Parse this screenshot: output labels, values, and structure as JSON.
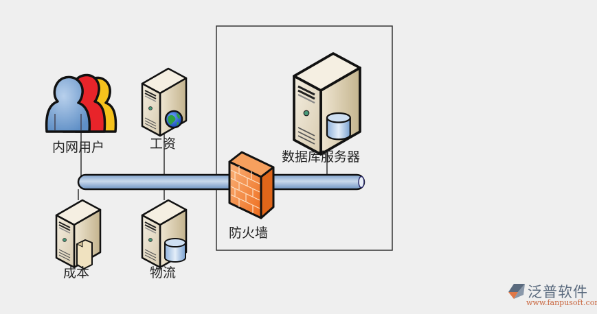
{
  "diagram": {
    "nodes": {
      "users": {
        "label": "内网用户",
        "icon": "users-group-icon"
      },
      "salary": {
        "label": "工资",
        "icon": "web-server-icon"
      },
      "cost": {
        "label": "成本",
        "icon": "file-server-icon"
      },
      "logistics": {
        "label": "物流",
        "icon": "database-server-icon"
      },
      "firewall": {
        "label": "防火墙",
        "icon": "firewall-icon"
      },
      "db_server": {
        "label": "数据库服务器",
        "icon": "database-server-icon"
      }
    },
    "colors": {
      "background": "#efefef",
      "pipe": "#9ab6d6",
      "firewall": "#f07a2a",
      "server_body": "#e6dcc6",
      "user_blue": "#6e9cd0",
      "user_red": "#e8242a",
      "user_yellow": "#f6c21c"
    }
  },
  "brand": {
    "name": "泛普软件",
    "url": "www.fanpusoft.com"
  }
}
